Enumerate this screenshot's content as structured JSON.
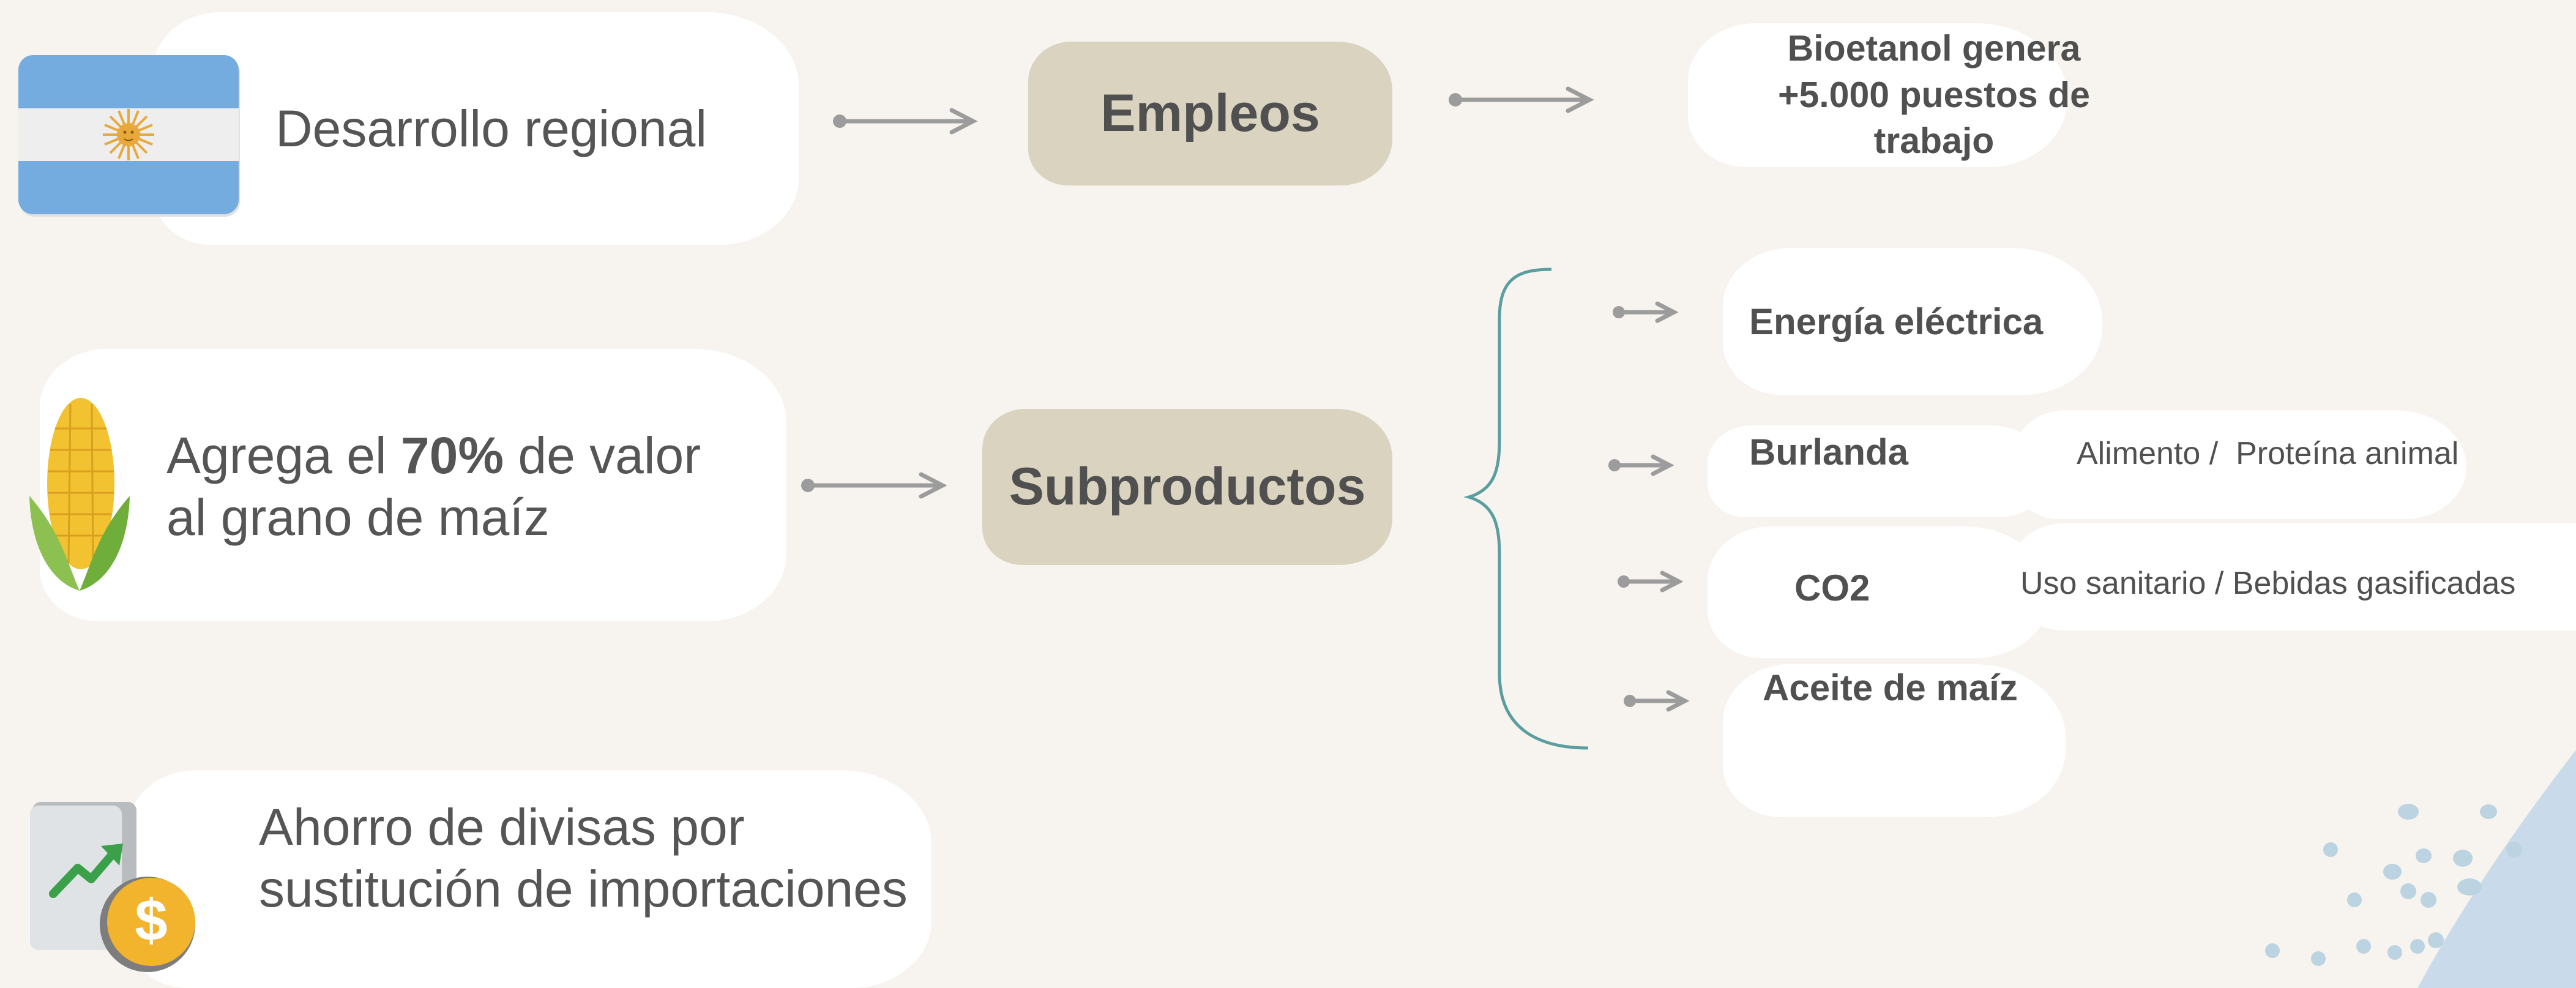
{
  "rows": {
    "regional": {
      "text": "Desarrollo regional",
      "icon": "argentina-flag-icon"
    },
    "valor": {
      "line1_before": "Agrega el ",
      "line1_bold": "70%",
      "line1_after": " de valor",
      "line2": "al grano de maíz",
      "icon": "corn-icon"
    },
    "divisas": {
      "line1": "Ahorro de divisas por",
      "line2": "sustitución de importaciones",
      "icon": "currency-growth-icon"
    }
  },
  "hubs": {
    "empleos": "Empleos",
    "subproductos": "Subproductos"
  },
  "empleos_detail": {
    "line1": "Bioetanol genera",
    "line2": "+5.000 puestos de",
    "line3": "trabajo"
  },
  "subproductos_items": [
    {
      "label": "Energía eléctrica"
    },
    {
      "label": "Burlanda",
      "detail": "Alimento /  Proteína animal"
    },
    {
      "label": "CO2",
      "detail": "Uso sanitario / Bebidas gasificadas"
    },
    {
      "label": "Aceite de maíz"
    }
  ],
  "colors": {
    "background": "#f7f4ef",
    "card": "#ffffff",
    "hub": "#d9d3bf",
    "text": "#555555",
    "arrow": "#9c9c9c",
    "brace": "#5a9ea0",
    "flag_blue": "#74acdf",
    "flag_white": "#eeeeee",
    "sun": "#e8a93a",
    "decor_dots": "#bcd3e2"
  }
}
